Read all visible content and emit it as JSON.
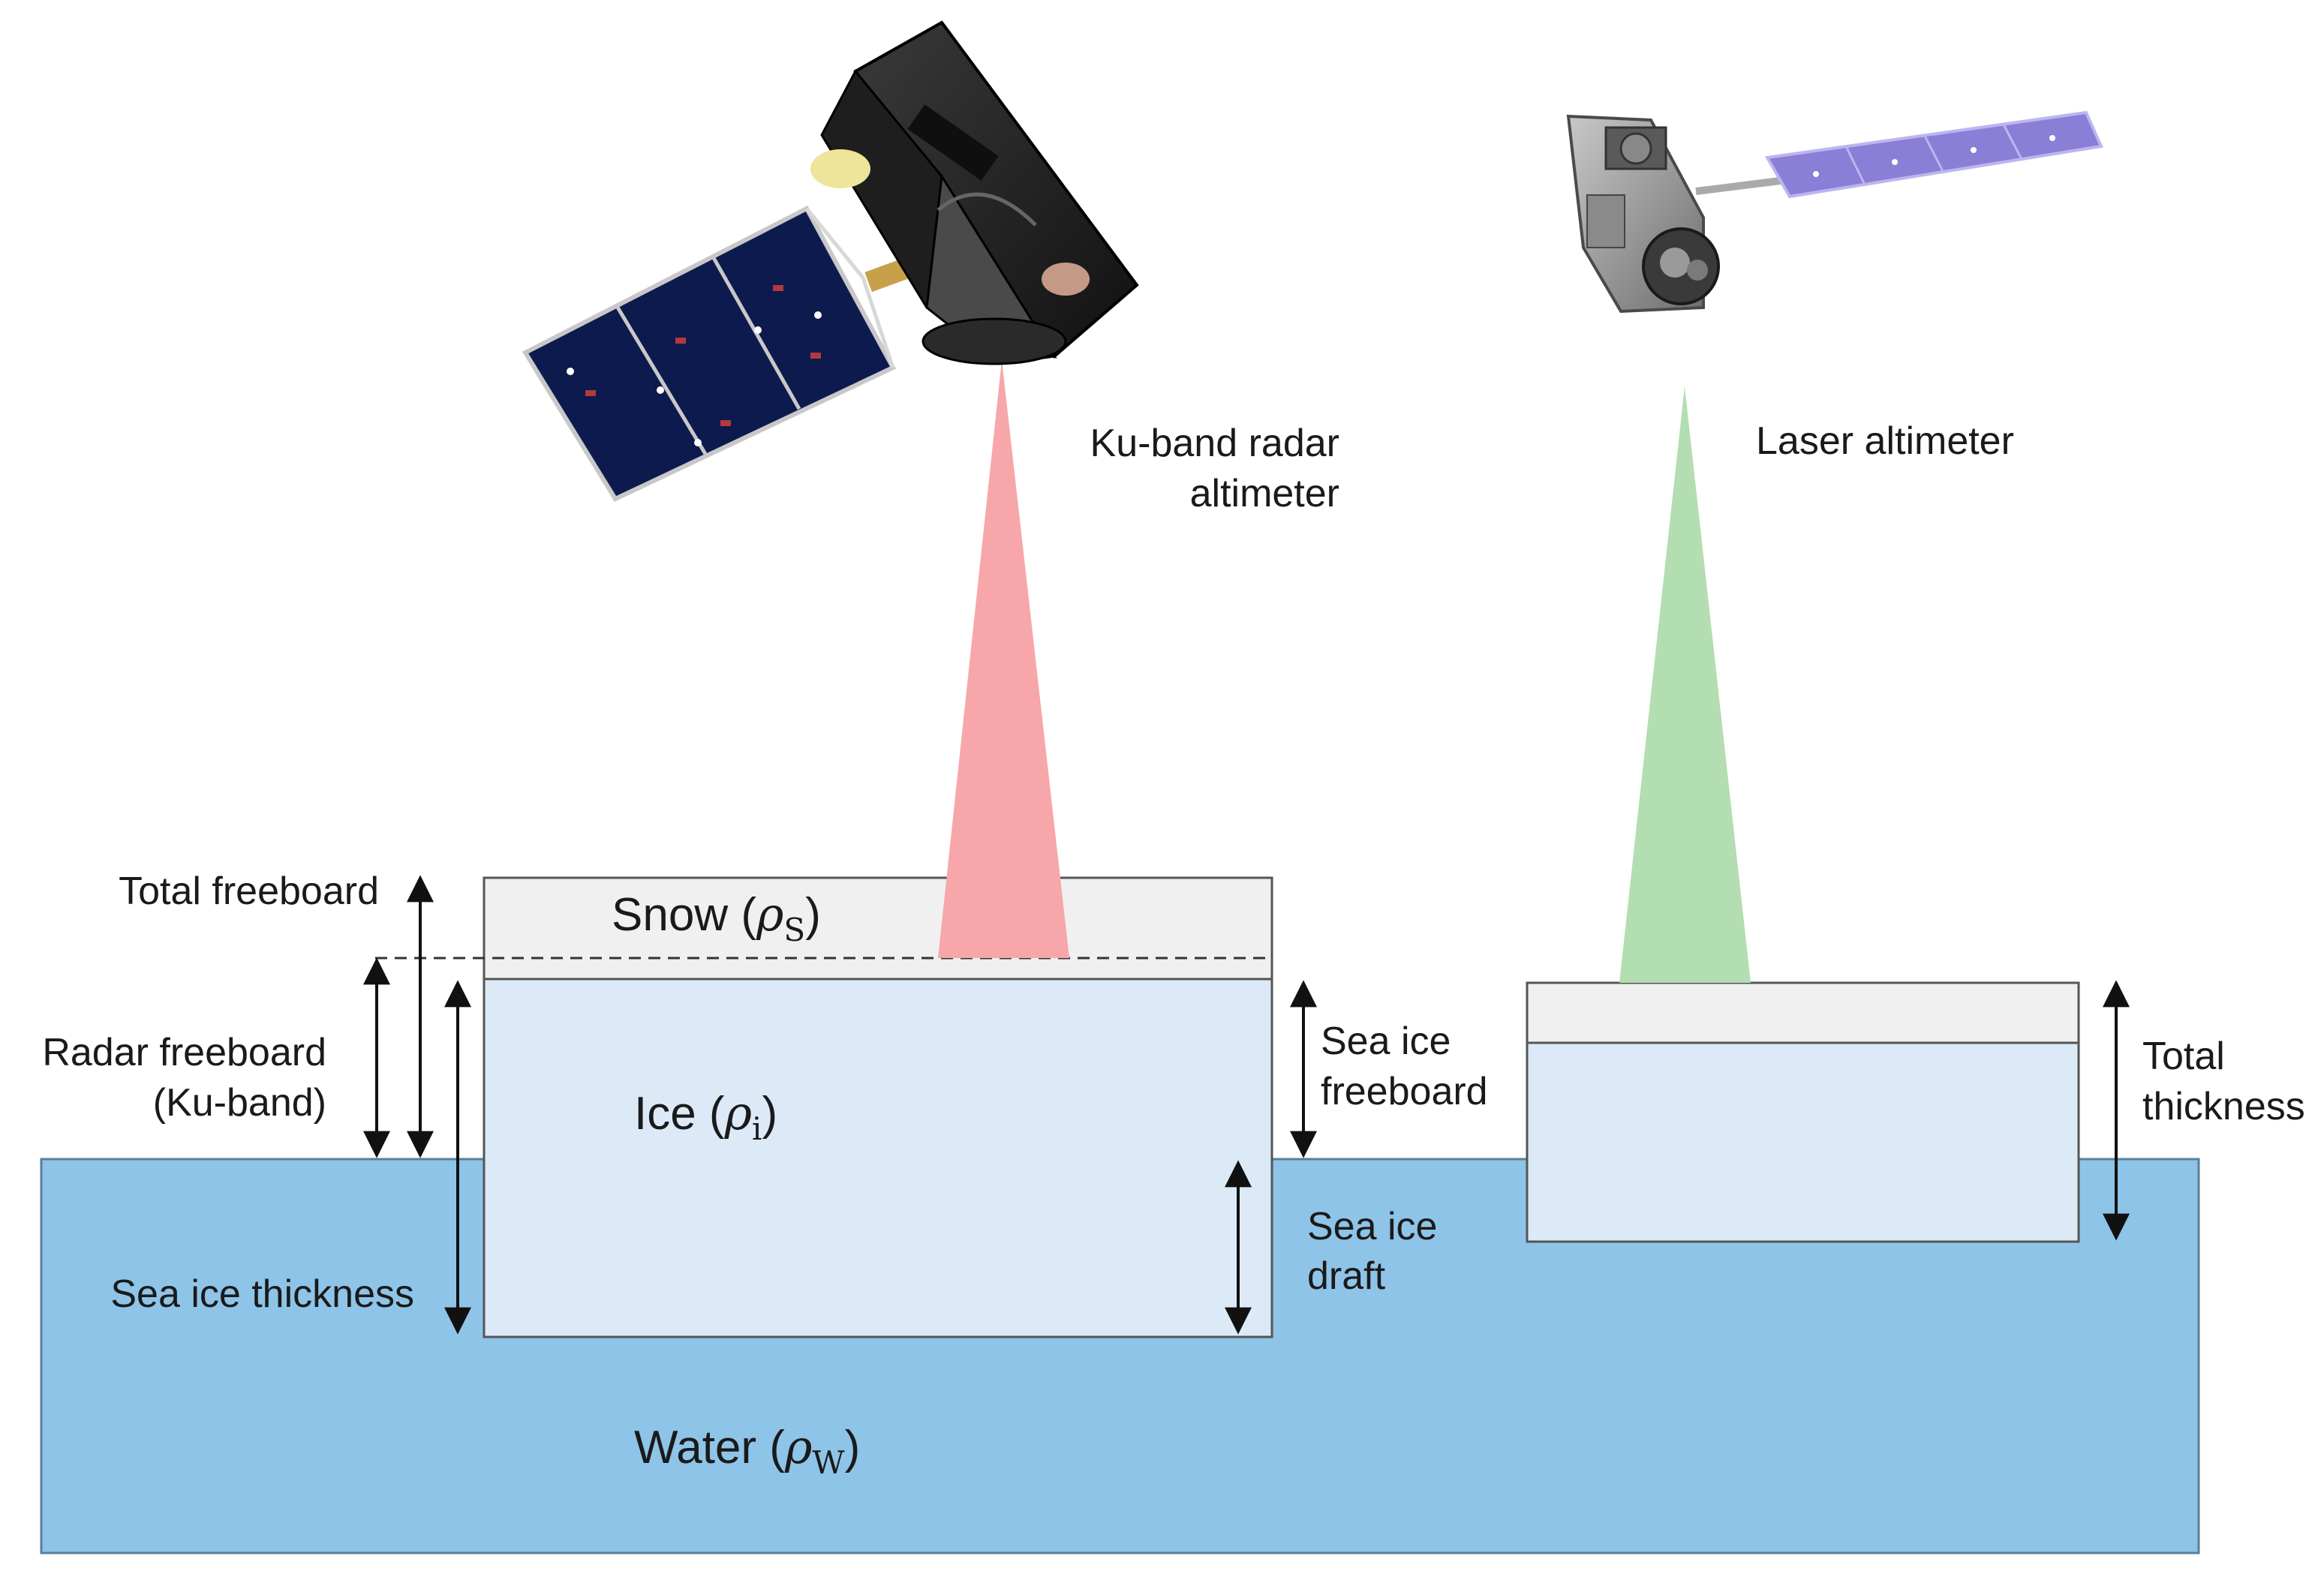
{
  "instruments": {
    "radar": {
      "line1": "Ku-band  radar",
      "line2": "altimeter"
    },
    "laser": {
      "label": "Laser altimeter"
    }
  },
  "layers": {
    "snow": {
      "name": "Snow (",
      "symbol": "ρ",
      "subscript": "S",
      "close": ")"
    },
    "ice": {
      "name": "Ice (",
      "symbol": "ρ",
      "subscript": "i",
      "close": ")"
    },
    "water": {
      "name": "Water (",
      "symbol": "ρ",
      "subscript": "W",
      "close": ")"
    }
  },
  "measures": {
    "total_freeboard": "Total freeboard",
    "radar_freeboard": {
      "line1": "Radar freeboard",
      "line2": "(Ku-band)"
    },
    "sea_ice_thickness": "Sea ice thickness",
    "sea_ice_freeboard": {
      "line1": "Sea ice",
      "line2": "freeboard"
    },
    "sea_ice_draft": {
      "line1": "Sea ice",
      "line2": "draft"
    },
    "total_thickness": {
      "line1": "Total",
      "line2": "thickness"
    }
  },
  "colors": {
    "water": "#8ec4e8",
    "ice": "#dceaf7",
    "snow": "#f0f0f0",
    "radar_beam": "#f7a7a9",
    "laser_beam": "#b3deb1",
    "solar_panel_left": "#0d1a4d",
    "solar_panel_right": "#8a7fd6"
  }
}
